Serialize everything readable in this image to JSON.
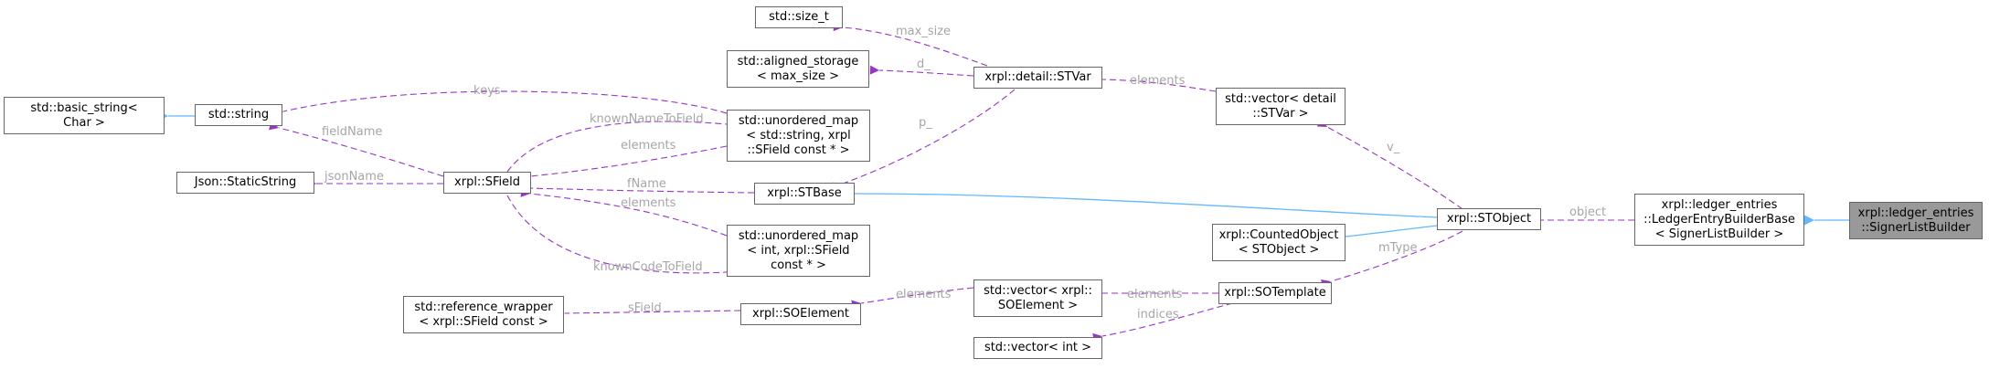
{
  "diagram": {
    "colors": {
      "composition": "#9a32cd",
      "inheritance": "#63b8ff",
      "node_border": "#666666",
      "label": "#a6a6a6",
      "current_fill": "#999999"
    },
    "nodes": {
      "signer_builder": [
        "xrpl::ledger_entries",
        "::SignerListBuilder"
      ],
      "ledger_entry_builder_base": [
        "xrpl::ledger_entries",
        "::LedgerEntryBuilderBase",
        "< SignerListBuilder >"
      ],
      "stobject": [
        "xrpl::STObject"
      ],
      "counted_object": [
        "xrpl::CountedObject",
        "< STObject >"
      ],
      "sotemplate": [
        "xrpl::SOTemplate"
      ],
      "vector_stvar": [
        "std::vector< detail",
        "::STVar >"
      ],
      "detail_stvar": [
        "xrpl::detail::STVar"
      ],
      "size_t": [
        "std::size_t"
      ],
      "aligned_storage": [
        "std::aligned_storage",
        "< max_size >"
      ],
      "stbase": [
        "xrpl::STBase"
      ],
      "umap_string": [
        "std::unordered_map",
        "< std::string, xrpl",
        "::SField const * >"
      ],
      "umap_int": [
        "std::unordered_map",
        "< int, xrpl::SField",
        "const * >"
      ],
      "sfield": [
        "xrpl::SField"
      ],
      "std_string": [
        "std::string"
      ],
      "basic_string": [
        "std::basic_string<",
        "Char >"
      ],
      "json_static": [
        "Json::StaticString"
      ],
      "vector_soelement": [
        "std::vector< xrpl::",
        "SOElement >"
      ],
      "soelement": [
        "xrpl::SOElement"
      ],
      "ref_wrapper": [
        "std::reference_wrapper",
        "< xrpl::SField const >"
      ],
      "vector_int": [
        "std::vector< int >"
      ]
    },
    "edge_labels": {
      "object": "object",
      "v": "v_",
      "mType": "mType",
      "elements_stvar": "elements",
      "max_size": "max_size",
      "d": "d_",
      "p": "p_",
      "keys": "keys",
      "fieldName": "fieldName",
      "jsonName": "jsonName",
      "knownNameToField": "knownNameToField",
      "elements_umap1": "elements",
      "fName": "fName",
      "elements_umap2": "elements",
      "knownCodeToField": "knownCodeToField",
      "elements_soelem": "elements",
      "indices": "indices",
      "sField": "sField",
      "elements_vec": "elements"
    }
  }
}
